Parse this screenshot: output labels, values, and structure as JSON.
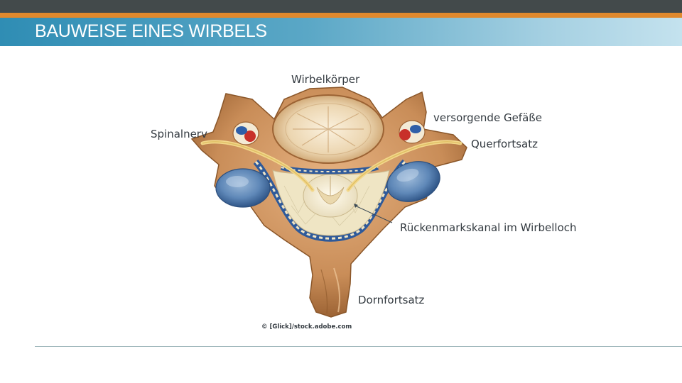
{
  "slide": {
    "title": "BAUWEISE EINES WIRBELS",
    "credit": "© [Glick]/stock.adobe.com"
  },
  "diagram": {
    "labels": {
      "vertebral_body": "Wirbelkörper",
      "spinal_nerve": "Spinalnerv",
      "vessels": "versorgende Gefäße",
      "transverse_process": "Querfortsatz",
      "spinal_canal": "Rückenmarkskanal im Wirbelloch",
      "spinous_process": "Dornfortsatz"
    }
  }
}
